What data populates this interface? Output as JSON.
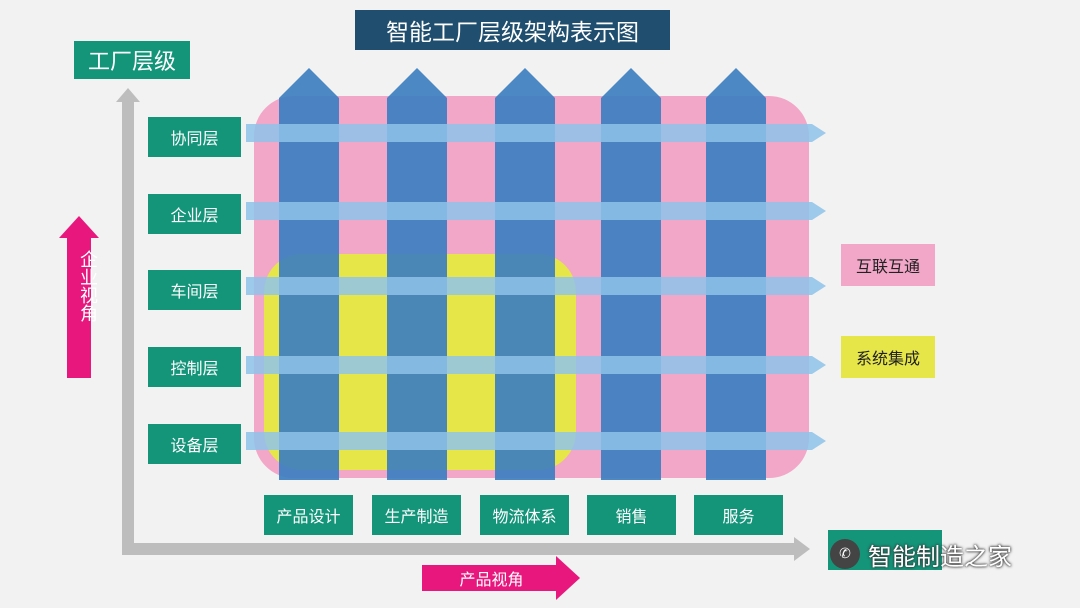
{
  "title": "智能工厂层级架构表示图",
  "y_axis_box": "工厂层级",
  "y_arrow_text": "企业视角",
  "x_arrow_text": "产品视角",
  "layers": [
    "协同层",
    "企业层",
    "车间层",
    "控制层",
    "设备层"
  ],
  "categories": [
    "产品设计",
    "生产制造",
    "物流体系",
    "销售",
    "服务"
  ],
  "legend": [
    {
      "label": "互联互通",
      "color": "#f2a7c8"
    },
    {
      "label": "系统集成",
      "color": "#e6e649"
    }
  ],
  "watermark": "智能制造之家",
  "colors": {
    "teal": "#14957a",
    "navy": "#1f4e6e",
    "pink": "#f2a7c8",
    "yellow": "#e6e649",
    "blue_column": "#3d7fc0",
    "light_blue_band": "#8ec3ea",
    "magenta": "#e8177e",
    "axis_gray": "#bdbdbd"
  }
}
